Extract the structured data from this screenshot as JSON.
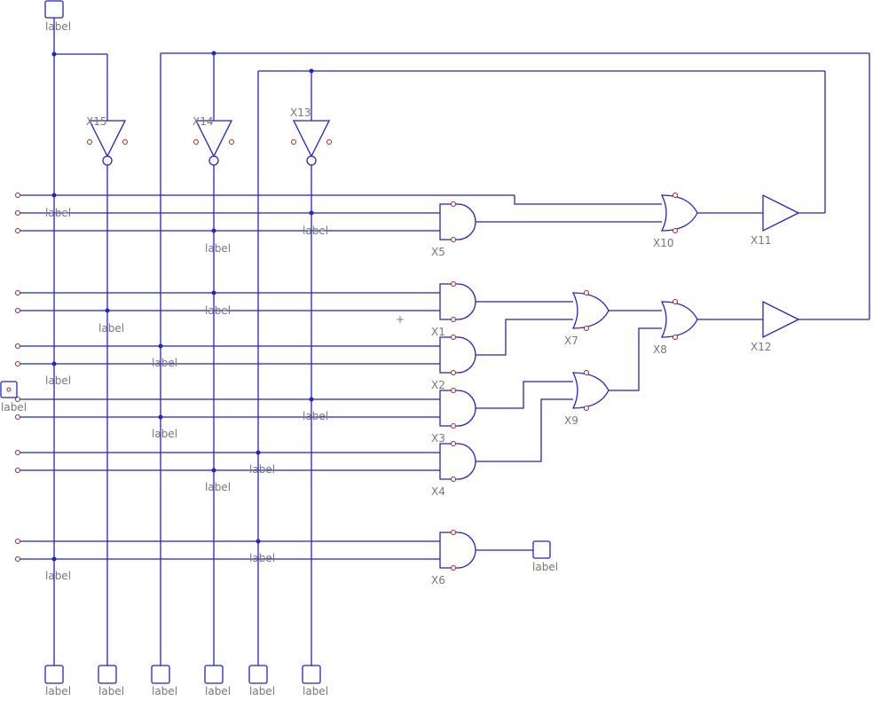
{
  "schematic": {
    "colors": {
      "wire": "#2222cc",
      "pin": "#aa2222",
      "text": "#777777"
    },
    "port_label": "label",
    "gates": [
      {
        "name": "X15",
        "type": "not"
      },
      {
        "name": "X14",
        "type": "not"
      },
      {
        "name": "X13",
        "type": "not"
      },
      {
        "name": "X5",
        "type": "and"
      },
      {
        "name": "X1",
        "type": "and"
      },
      {
        "name": "X2",
        "type": "and"
      },
      {
        "name": "X3",
        "type": "and"
      },
      {
        "name": "X4",
        "type": "and"
      },
      {
        "name": "X6",
        "type": "and"
      },
      {
        "name": "X7",
        "type": "or"
      },
      {
        "name": "X9",
        "type": "or"
      },
      {
        "name": "X8",
        "type": "or"
      },
      {
        "name": "X10",
        "type": "or"
      },
      {
        "name": "X11",
        "type": "buffer"
      },
      {
        "name": "X12",
        "type": "buffer"
      }
    ],
    "marker": "+"
  }
}
